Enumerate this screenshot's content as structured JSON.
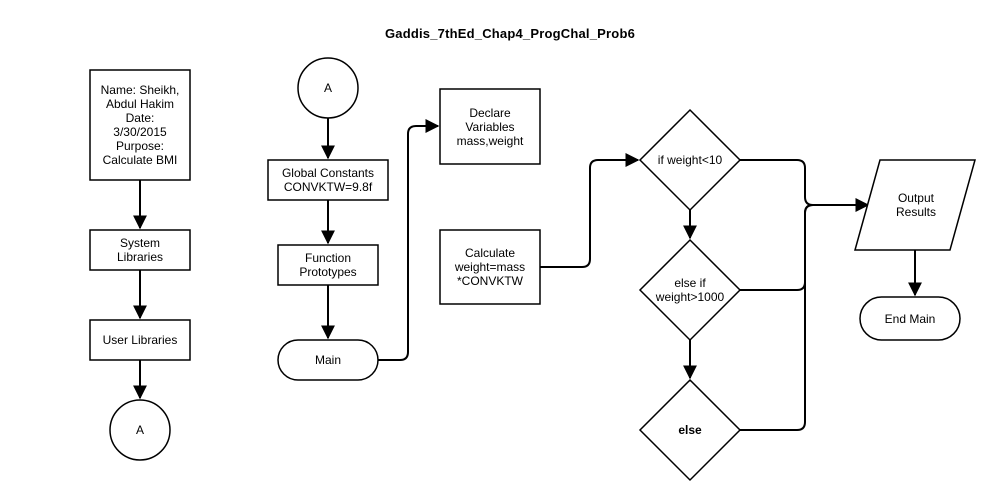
{
  "title": "Gaddis_7thEd_Chap4_ProgChal_Prob6",
  "nodes": {
    "header_info": "Name: Sheikh,\nAbdul Hakim\nDate:\n3/30/2015\nPurpose:\nCalculate BMI",
    "system_libraries": "System\nLibraries",
    "user_libraries": "User Libraries",
    "connector_a_left": "A",
    "connector_a_top": "A",
    "global_constants": "Global Constants\nCONVKTW=9.8f",
    "function_prototypes": "Function\nPrototypes",
    "main": "Main",
    "declare_variables": "Declare\nVariables\nmass,weight",
    "calculate_weight": "Calculate\nweight=mass\n*CONVKTW",
    "decision_if": "if weight<10",
    "decision_else_if": "else if\nweight>1000",
    "decision_else": "else",
    "output_results": "Output\nResults",
    "end_main": "End Main"
  }
}
